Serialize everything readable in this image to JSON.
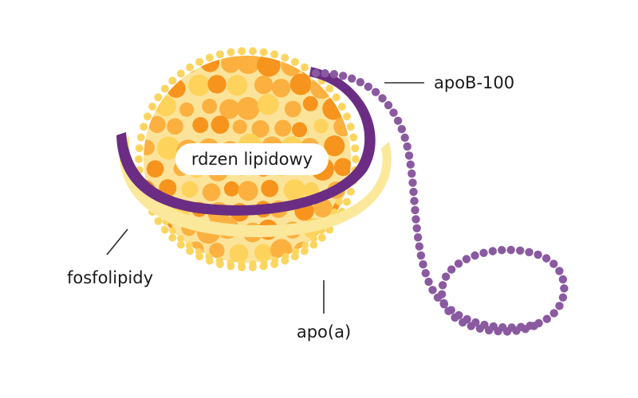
{
  "labels": {
    "core": "rdzen lipidowy",
    "apob": "apoB-100",
    "phospholipids": "fosfolipidy",
    "apoa": "apo(a)"
  },
  "colors": {
    "background": "#ffffff",
    "core_fill": "#fbe39a",
    "droplet_orange": "#f7941d",
    "droplet_amber": "#fbb040",
    "droplet_light": "#fdd35c",
    "phospholipid_bead": "#fcd560",
    "ring_band": "#fbe89a",
    "apob_band": "#6b2d83",
    "apoa_bead": "#8a5aa1",
    "text": "#1a1a1a"
  }
}
